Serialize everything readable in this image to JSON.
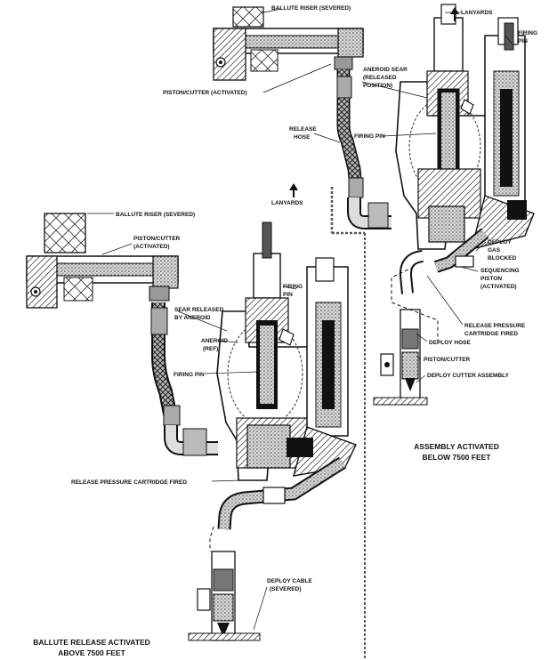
{
  "labels": {
    "ballute_riser_top": "BALLUTE RISER (SEVERED)",
    "lanyards_top": "LANYARDS",
    "firing_pin_top": "FIRING",
    "firing_pin_top_2": "PIN",
    "aneroid_sear_1": "ANEROID SEAR",
    "aneroid_sear_2": "(RELEASED",
    "aneroid_sear_3": "POSITION)",
    "piston_cutter_activated_top": "PISTON/CUTTER (ACTIVATED)",
    "release_hose_1": "RELEASE",
    "release_hose_2": "HOSE",
    "firing_pin_mid": "FIRING PIN",
    "deploy_gas_1": "DEPLOY",
    "deploy_gas_2": "GAS",
    "deploy_gas_3": "BLOCKED",
    "sequencing_1": "SEQUENCING",
    "sequencing_2": "PISTON",
    "sequencing_3": "(ACTIVATED)",
    "release_pressure_top_1": "RELEASE PRESSURE",
    "release_pressure_top_2": "CARTRIDGE FIRED",
    "deploy_hose": "DEPLOY HOSE",
    "piston_cutter_right": "PISTON/CUTTER",
    "deploy_cutter_assembly": "DEPLOY CUTTER ASSEMBLY",
    "ballute_riser_left": "BALLUTE RISER (SEVERED)",
    "lanyards_left": "LANYARDS",
    "piston_cutter_left_1": "PISTON/CUTTER",
    "piston_cutter_left_2": "(ACTIVATED)",
    "firing_pin_left_1": "FIRING",
    "firing_pin_left_2": "PIN",
    "sear_released_1": "SEAR RELEASED",
    "sear_released_2": "BY ANEROID",
    "aneroid_ref_1": "ANEROID",
    "aneroid_ref_2": "(REF)",
    "firing_pin_left": "FIRING PIN",
    "release_pressure_left": "RELEASE PRESSURE CARTRIDGE FIRED",
    "deploy_cable_1": "DEPLOY CABLE",
    "deploy_cable_2": "(SEVERED)"
  },
  "captions": {
    "right_1": "ASSEMBLY ACTIVATED",
    "right_2": "BELOW 7500 FEET",
    "left_1": "BALLUTE RELEASE ACTIVATED",
    "left_2": "ABOVE 7500 FEET"
  }
}
